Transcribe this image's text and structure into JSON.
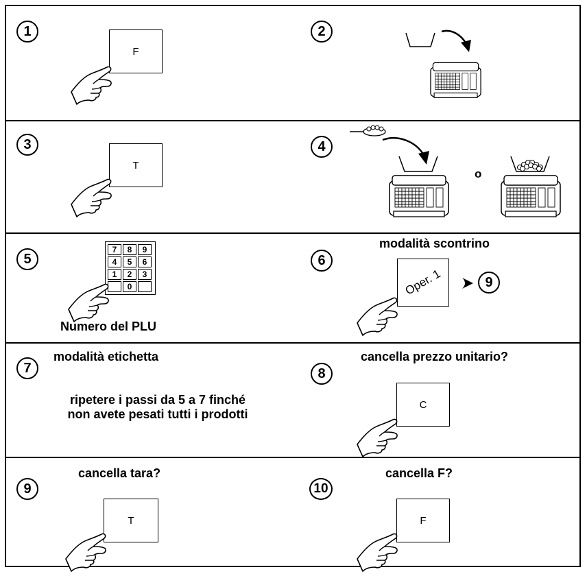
{
  "steps": {
    "s1": {
      "number": "1",
      "key": "F"
    },
    "s2": {
      "number": "2"
    },
    "s3": {
      "number": "3",
      "key": "T"
    },
    "s4": {
      "number": "4",
      "or": "o"
    },
    "s5": {
      "number": "5",
      "keypad": [
        "7",
        "8",
        "9",
        "4",
        "5",
        "6",
        "1",
        "2",
        "3",
        "",
        "0",
        ""
      ],
      "caption": "Numero del PLU"
    },
    "s6": {
      "number": "6",
      "title": "modalità scontrino",
      "key": "Oper. 1",
      "goto": "9"
    },
    "s7": {
      "number": "7",
      "title": "modalità etichetta",
      "text_line1": "ripetere i passi da 5 a 7 finché",
      "text_line2": "non avete pesati tutti i prodotti"
    },
    "s8": {
      "number": "8",
      "title": "cancella prezzo unitario?",
      "key": "C"
    },
    "s9": {
      "number": "9",
      "title": "cancella tara?",
      "key": "T"
    },
    "s10": {
      "number": "10",
      "title": "cancella F?",
      "key": "F"
    }
  }
}
